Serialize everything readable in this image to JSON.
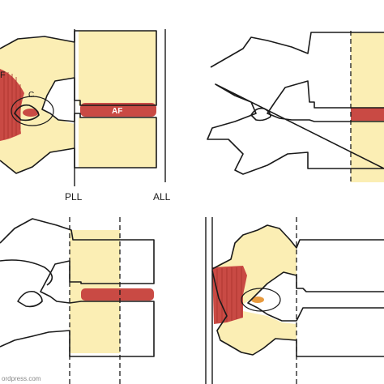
{
  "labels": {
    "f_label": "F",
    "c_label": "C",
    "af_label": "AF",
    "pll_label": "PLL",
    "all_label": "ALL"
  },
  "watermark": "ordpress.com",
  "colors": {
    "bone": "#fbeeb4",
    "ligament_red": "#c94a44",
    "outline": "#1a1a1a",
    "background": "#ffffff"
  },
  "panels": [
    {
      "position": "top-left",
      "labels": [
        "F",
        "C",
        "AF",
        "PLL",
        "ALL"
      ]
    },
    {
      "position": "top-right"
    },
    {
      "position": "bottom-left"
    },
    {
      "position": "bottom-right"
    }
  ]
}
